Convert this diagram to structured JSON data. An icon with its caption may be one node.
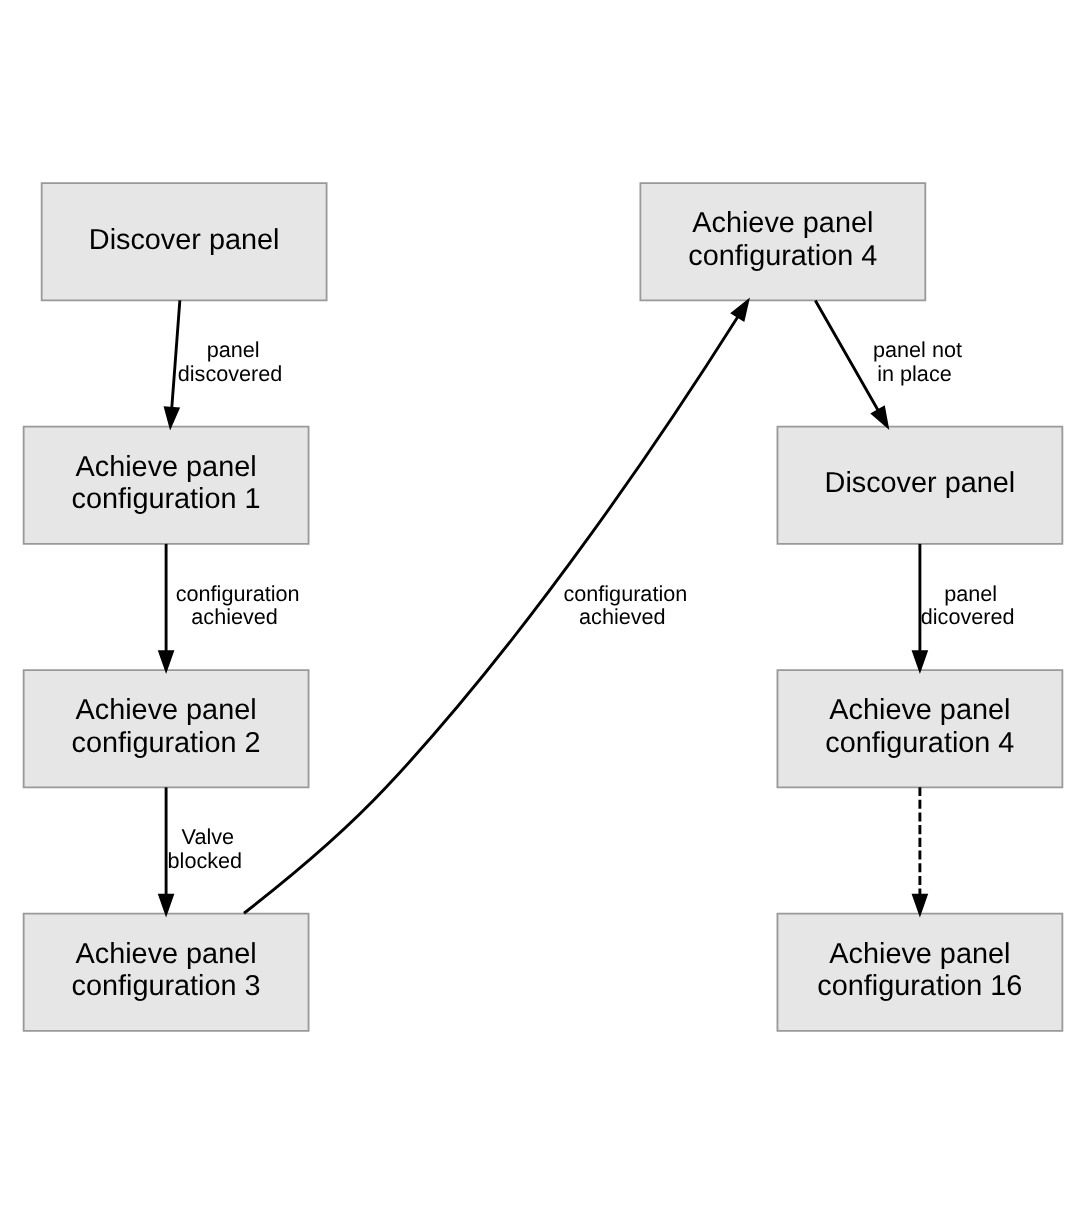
{
  "diagram": {
    "nodes": [
      {
        "text": [
          "Discover panel"
        ]
      },
      {
        "text": [
          "Achieve panel configuration 1"
        ]
      },
      {
        "text": [
          "Achieve panel configuration 2"
        ]
      },
      {
        "text": [
          "Achieve panel configuration 3"
        ]
      },
      {
        "text": [
          "Achieve panel configuration 4"
        ]
      },
      {
        "text": [
          "Discover panel"
        ]
      },
      {
        "text": [
          "Achieve panel configuration 4"
        ]
      },
      {
        "text": [
          "Achieve panel configuration 16"
        ]
      }
    ],
    "edges": [
      {
        "from": 0,
        "to": 1,
        "arrow": "to",
        "label": "panel discovered"
      },
      {
        "from": 1,
        "to": 2,
        "arrow": "to",
        "label": "configuration achieved"
      },
      {
        "from": 2,
        "to": 3,
        "arrow": "to",
        "label": "Valve blocked"
      },
      {
        "from": 3,
        "to": 4,
        "arrow": "to",
        "label": "configuration achieved"
      },
      {
        "from": 4,
        "to": 5,
        "arrow": "to",
        "label": "panel not in place"
      },
      {
        "from": 5,
        "to": 6,
        "arrow": "to",
        "label": "panel dicovered"
      },
      {
        "from": 6,
        "to": 7,
        "arrow": "to",
        "style": "dashed"
      }
    ]
  }
}
